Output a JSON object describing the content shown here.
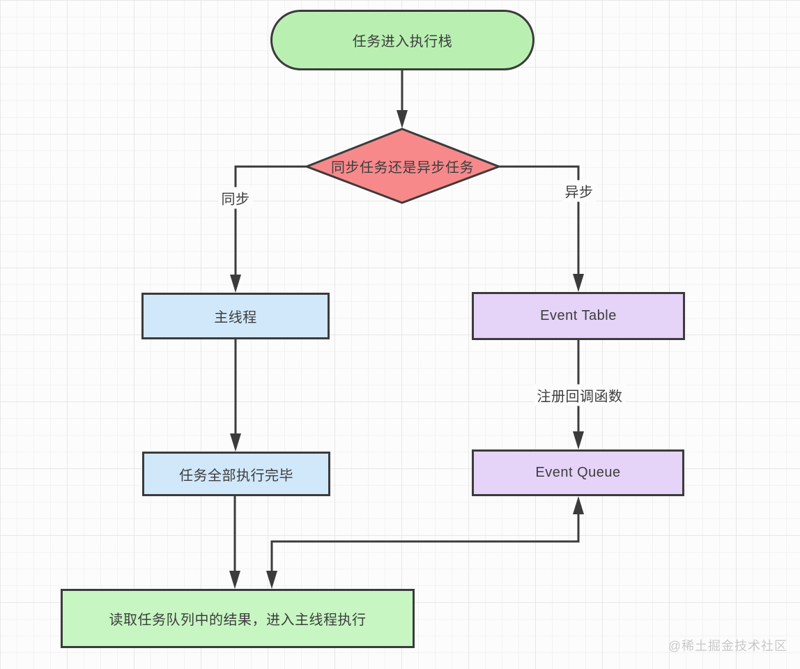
{
  "diagram": {
    "title_hint": "JavaScript task execution flowchart",
    "nodes": {
      "start": {
        "label": "任务进入执行栈",
        "shape": "stadium",
        "fill": "#b9f0b2"
      },
      "decision": {
        "label": "同步任务还是异步任务",
        "shape": "diamond",
        "fill": "#f7898b"
      },
      "main_thread": {
        "label": "主线程",
        "shape": "rect",
        "fill": "#d1e8fa"
      },
      "event_table": {
        "label": "Event Table",
        "shape": "rect",
        "fill": "#e5d3f8"
      },
      "tasks_done": {
        "label": "任务全部执行完毕",
        "shape": "rect",
        "fill": "#d1e8fa"
      },
      "event_queue": {
        "label": "Event Queue",
        "shape": "rect",
        "fill": "#e5d3f8"
      },
      "read_queue": {
        "label": "读取任务队列中的结果，进入主线程执行",
        "shape": "rect",
        "fill": "#c7f6c2"
      }
    },
    "edge_labels": {
      "sync": "同步",
      "async": "异步",
      "register_callback": "注册回调函数"
    },
    "edges": [
      {
        "from": "start",
        "to": "decision"
      },
      {
        "from": "decision",
        "to": "main_thread",
        "label": "同步"
      },
      {
        "from": "decision",
        "to": "event_table",
        "label": "异步"
      },
      {
        "from": "main_thread",
        "to": "tasks_done"
      },
      {
        "from": "event_table",
        "to": "event_queue",
        "label": "注册回调函数"
      },
      {
        "from": "tasks_done",
        "to": "read_queue"
      },
      {
        "from": "event_queue",
        "to": "read_queue",
        "bidirectional": true
      }
    ],
    "colors": {
      "line": "#3b3b3b",
      "border": "#3b3b3b",
      "text": "#3d3d3d",
      "green_start": "#b9f0b2",
      "green_end": "#c7f6c2",
      "red_decision": "#f7898b",
      "blue_box": "#d1e8fa",
      "purple_box": "#e5d3f8",
      "background": "#fcfcfc",
      "watermark": "#c9c9c9"
    },
    "watermark": "@稀土掘金技术社区"
  }
}
